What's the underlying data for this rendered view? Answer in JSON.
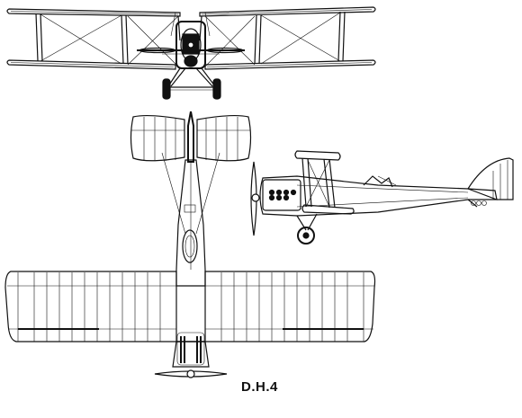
{
  "caption": "D.H.4",
  "views": [
    {
      "name": "front-view"
    },
    {
      "name": "top-view"
    },
    {
      "name": "side-view"
    }
  ]
}
